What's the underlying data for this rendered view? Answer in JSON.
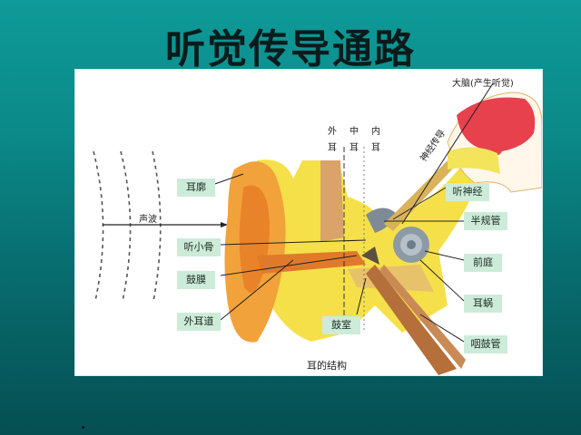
{
  "slide": {
    "title": "听觉传导通路",
    "background_color": "#0b8a89"
  },
  "diagram": {
    "caption": "耳的结构",
    "section_headers": [
      {
        "top": "外",
        "bottom": "耳"
      },
      {
        "top": "中",
        "bottom": "耳"
      },
      {
        "top": "内",
        "bottom": "耳"
      }
    ],
    "sound_wave_label": "声波",
    "brain_label": "大脑(产生听觉)",
    "nerve_conduction_label": "神经传导",
    "left_labels": [
      "耳廓",
      "听小骨",
      "鼓膜",
      "外耳道"
    ],
    "bottom_label": "鼓室",
    "right_labels": [
      "听神经",
      "半规管",
      "前庭",
      "耳蜗",
      "咽鼓管"
    ],
    "colors": {
      "label_bg": "#cdebd9",
      "ear_outer": "#f2a23a",
      "ear_yellow": "#f6e04a",
      "brain": "#e8414e"
    }
  }
}
